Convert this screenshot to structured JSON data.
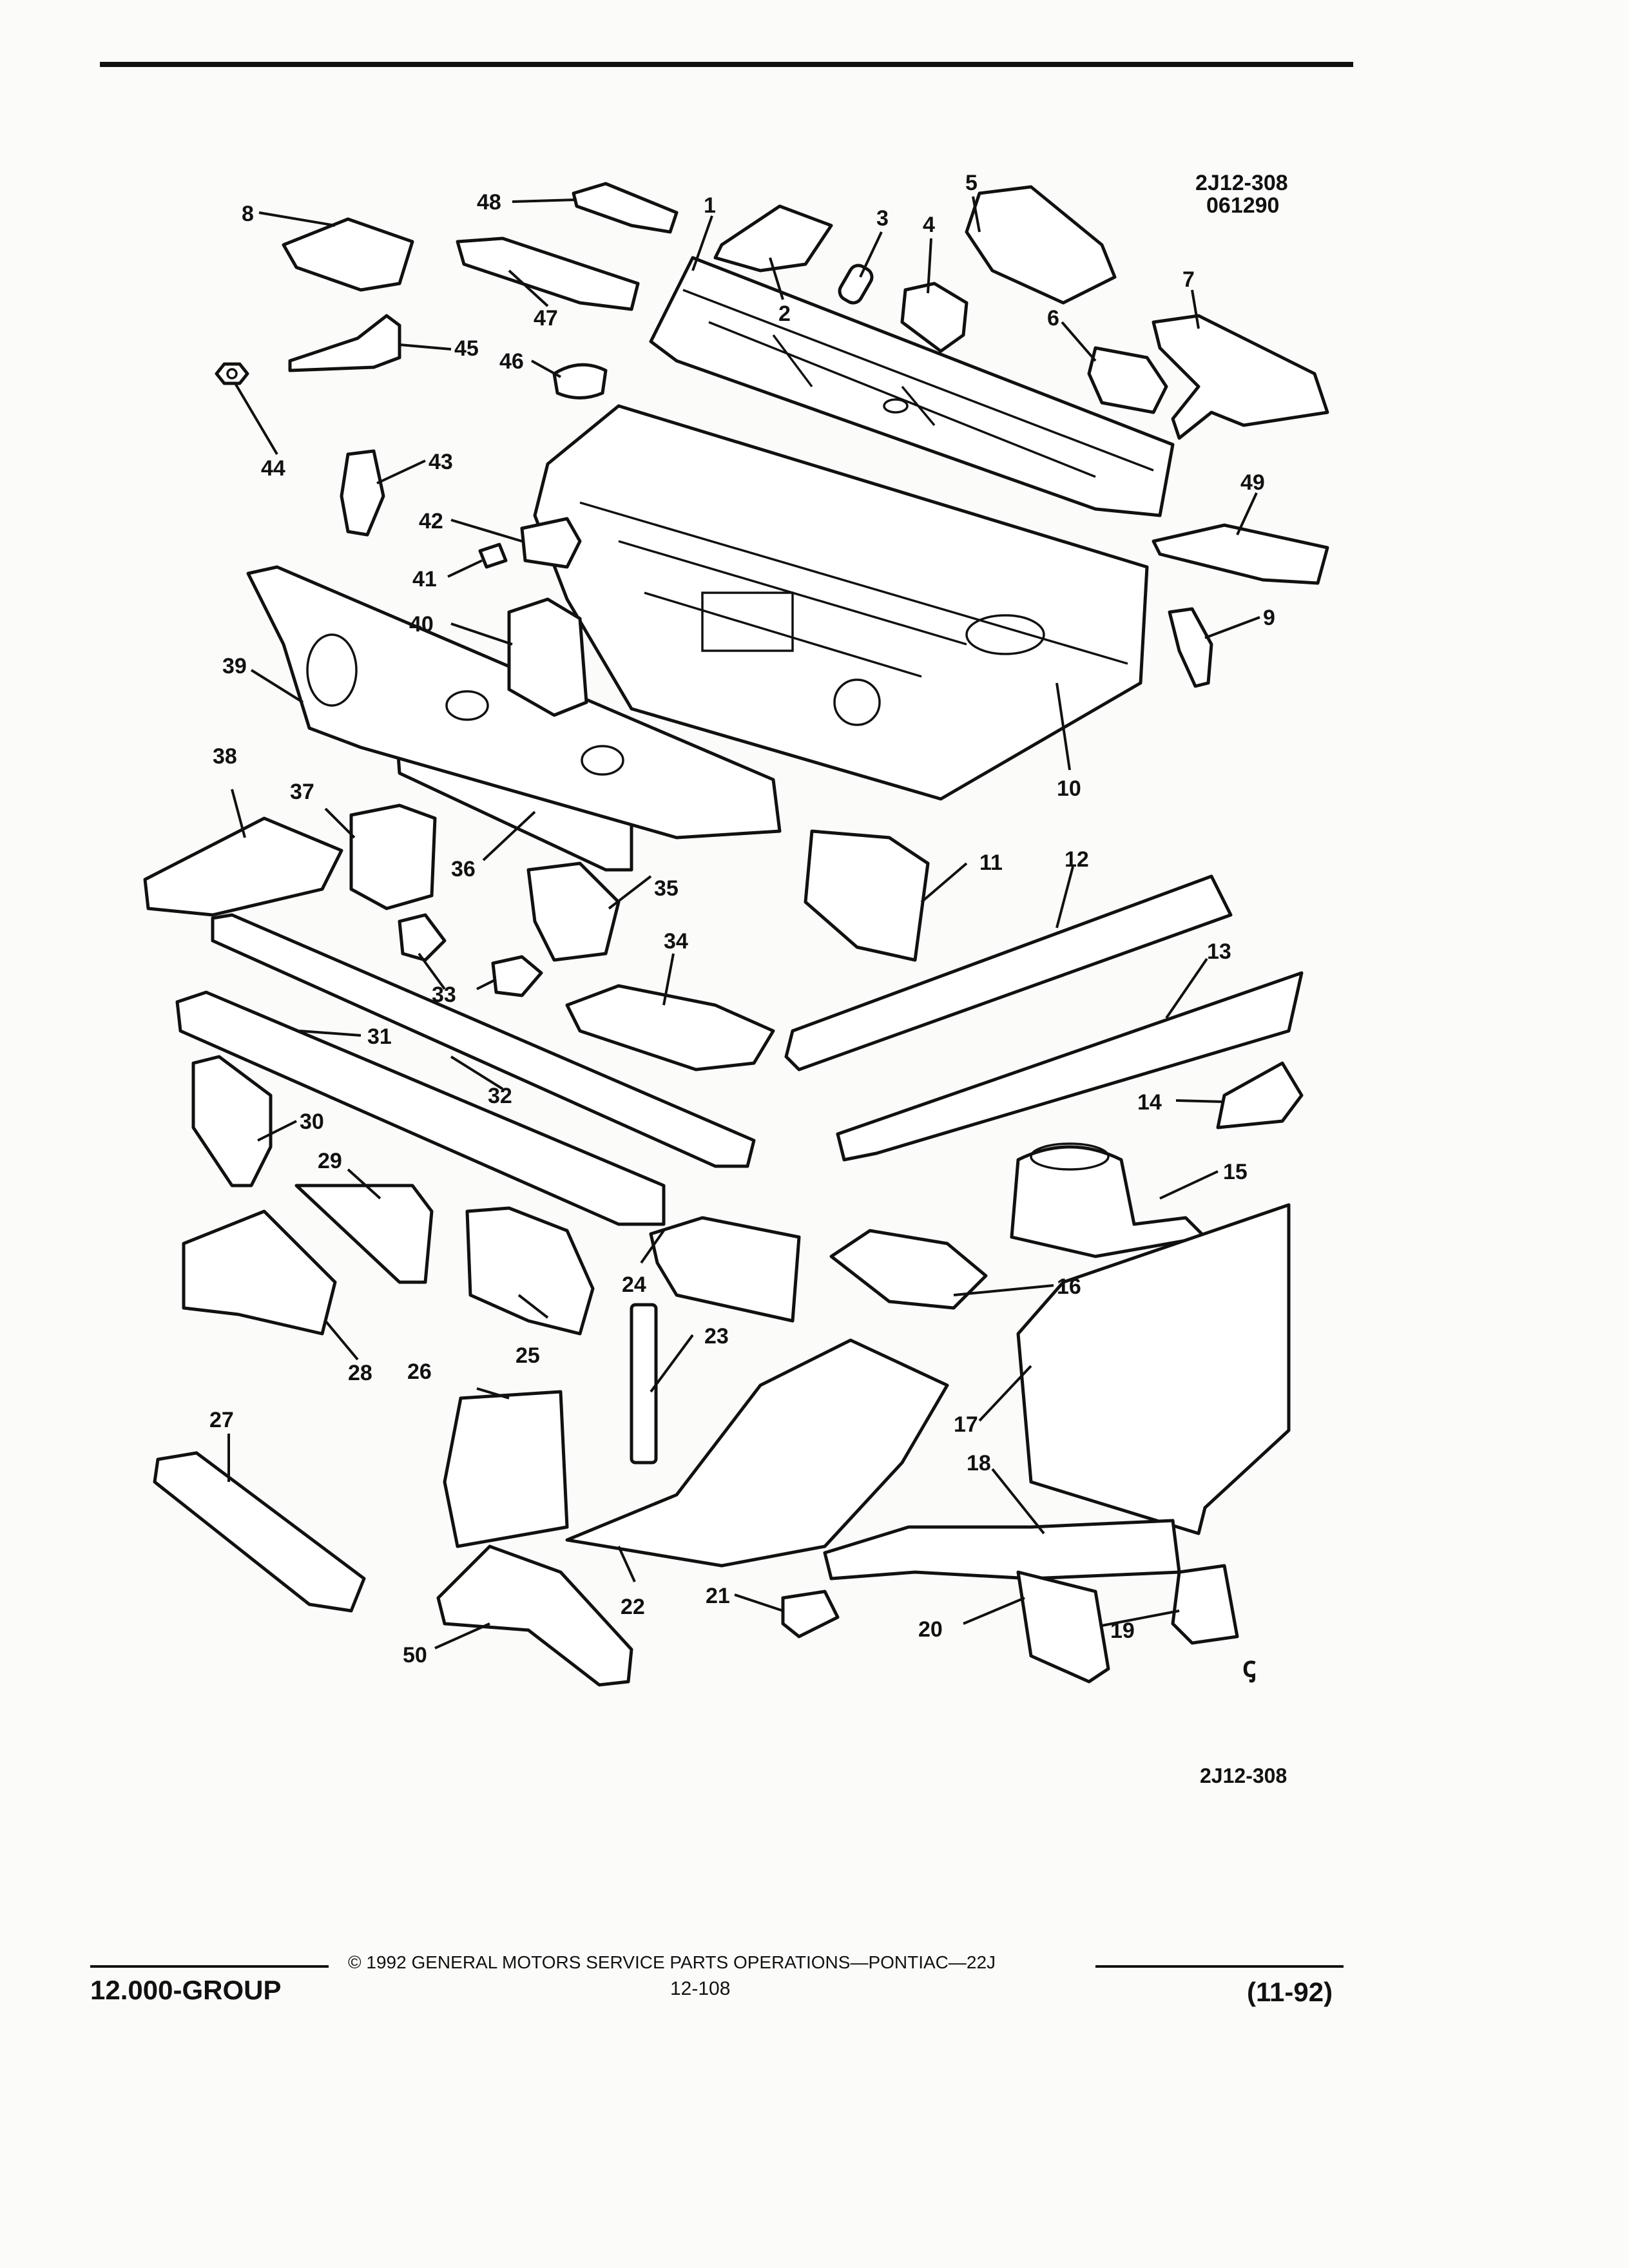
{
  "header": {
    "diagram_code": "2J12-308",
    "diagram_date": "061290"
  },
  "figure": {
    "code_bottom": "2J12-308",
    "mark": "ꞔ"
  },
  "footer": {
    "group": "12.000-GROUP",
    "copyright": "© 1992 GENERAL MOTORS SERVICE PARTS OPERATIONS—PONTIAC—22J",
    "page_number": "12-108",
    "revision": "(11-92)"
  },
  "callouts": [
    {
      "id": "1",
      "label": "1"
    },
    {
      "id": "2",
      "label": "2"
    },
    {
      "id": "3",
      "label": "3"
    },
    {
      "id": "4",
      "label": "4"
    },
    {
      "id": "5",
      "label": "5"
    },
    {
      "id": "6",
      "label": "6"
    },
    {
      "id": "7",
      "label": "7"
    },
    {
      "id": "8",
      "label": "8"
    },
    {
      "id": "9",
      "label": "9"
    },
    {
      "id": "10",
      "label": "10"
    },
    {
      "id": "11",
      "label": "11"
    },
    {
      "id": "12",
      "label": "12"
    },
    {
      "id": "13",
      "label": "13"
    },
    {
      "id": "14",
      "label": "14"
    },
    {
      "id": "15",
      "label": "15"
    },
    {
      "id": "16",
      "label": "16"
    },
    {
      "id": "17",
      "label": "17"
    },
    {
      "id": "18",
      "label": "18"
    },
    {
      "id": "19",
      "label": "19"
    },
    {
      "id": "20",
      "label": "20"
    },
    {
      "id": "21",
      "label": "21"
    },
    {
      "id": "22",
      "label": "22"
    },
    {
      "id": "23",
      "label": "23"
    },
    {
      "id": "24",
      "label": "24"
    },
    {
      "id": "25",
      "label": "25"
    },
    {
      "id": "26",
      "label": "26"
    },
    {
      "id": "27",
      "label": "27"
    },
    {
      "id": "28",
      "label": "28"
    },
    {
      "id": "29",
      "label": "29"
    },
    {
      "id": "30",
      "label": "30"
    },
    {
      "id": "31",
      "label": "31"
    },
    {
      "id": "32",
      "label": "32"
    },
    {
      "id": "33",
      "label": "33"
    },
    {
      "id": "34",
      "label": "34"
    },
    {
      "id": "35",
      "label": "35"
    },
    {
      "id": "36",
      "label": "36"
    },
    {
      "id": "37",
      "label": "37"
    },
    {
      "id": "38",
      "label": "38"
    },
    {
      "id": "39",
      "label": "39"
    },
    {
      "id": "40",
      "label": "40"
    },
    {
      "id": "41",
      "label": "41"
    },
    {
      "id": "42",
      "label": "42"
    },
    {
      "id": "43",
      "label": "43"
    },
    {
      "id": "44",
      "label": "44"
    },
    {
      "id": "45",
      "label": "45"
    },
    {
      "id": "46",
      "label": "46"
    },
    {
      "id": "47",
      "label": "47"
    },
    {
      "id": "48",
      "label": "48"
    },
    {
      "id": "49",
      "label": "49"
    },
    {
      "id": "50",
      "label": "50"
    }
  ]
}
